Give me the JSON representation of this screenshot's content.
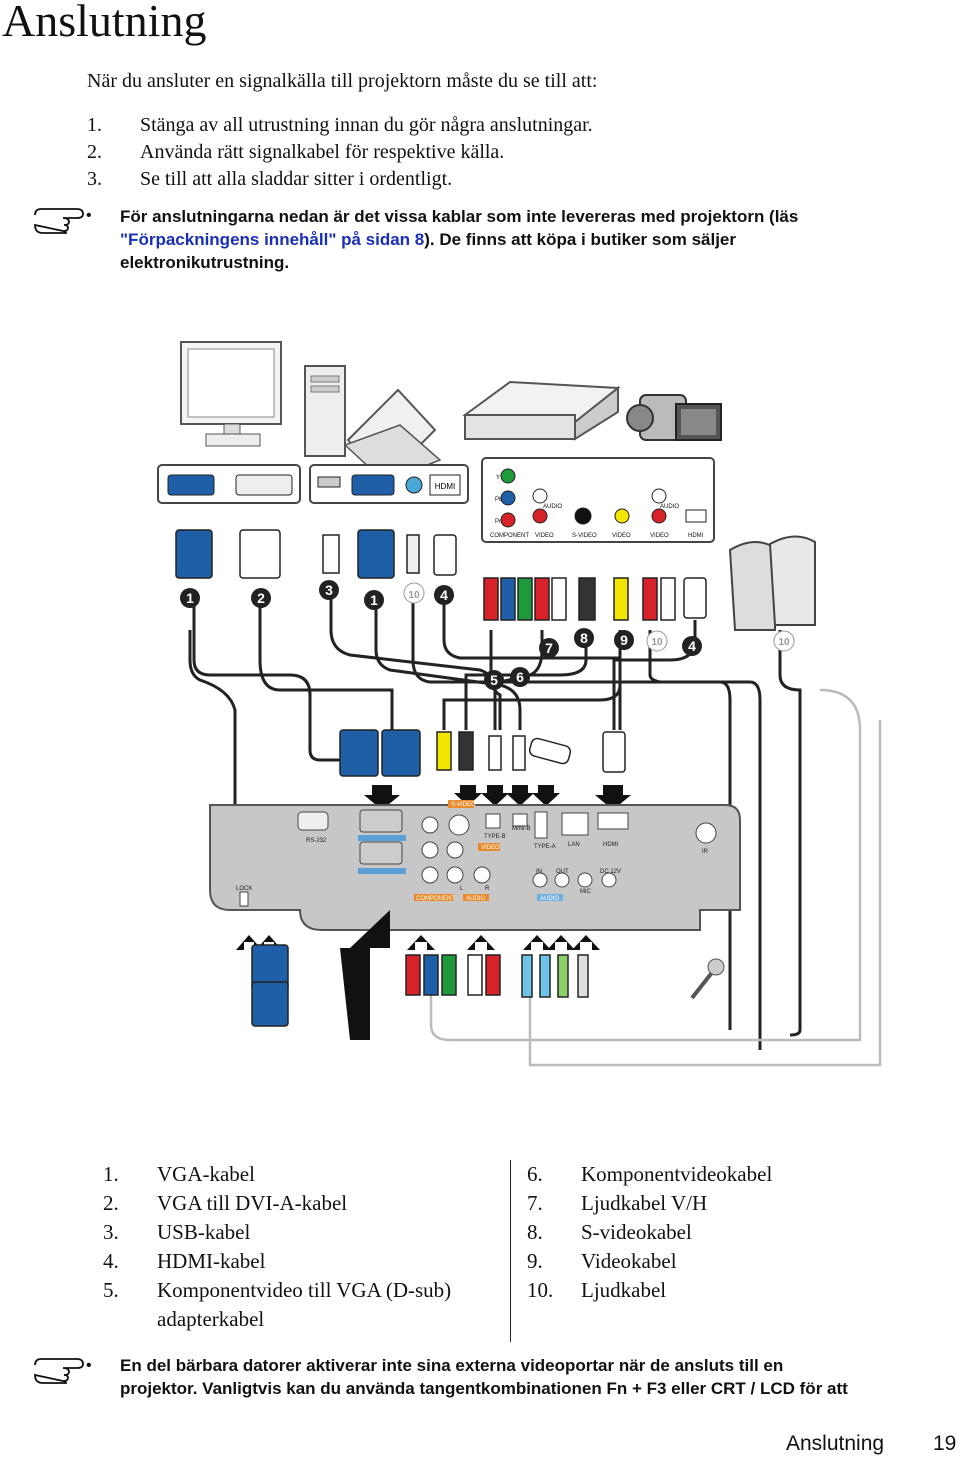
{
  "title": "Anslutning",
  "intro": "När du ansluter en signalkälla till projektorn måste du se till att:",
  "steps": [
    {
      "num": "1.",
      "text": "Stänga av all utrustning innan du gör några anslutningar."
    },
    {
      "num": "2.",
      "text": "Använda rätt signalkabel för respektive källa."
    },
    {
      "num": "3.",
      "text": "Se till att alla sladdar sitter i ordentligt."
    }
  ],
  "note1": {
    "bullet": "•",
    "line1": "För anslutningarna nedan är det vissa kablar som inte levereras med projektorn (läs",
    "link": "\"Förpackningens innehåll\" på sidan 8",
    "line2_rest": "). De finns att köpa i butiker som säljer",
    "line3": "elektronikutrustning."
  },
  "diagram": {
    "callouts": [
      "1",
      "2",
      "3",
      "1",
      "10",
      "4",
      "7",
      "8",
      "9",
      "10",
      "4",
      "10",
      "5",
      "6"
    ],
    "source_ports": [
      "HDMI"
    ],
    "av_ports": [
      "Y",
      "Pb",
      "Pr",
      "AUDIO",
      "AUDIO",
      "COMPONENT",
      "VIDEO",
      "S-VIDEO",
      "VIDEO",
      "VIDEO",
      "HDMI"
    ],
    "projector_labels": [
      "RS-232",
      "LOCK",
      "S-VIDEO",
      "TYPE-B",
      "MINI-B",
      "TYPE-A",
      "LAN",
      "HDMI",
      "IR",
      "VIDEO",
      "COMPONENT",
      "AUDIO",
      "L",
      "R",
      "IN",
      "OUT",
      "MIC",
      "DC 12V",
      "AUDIO"
    ]
  },
  "cables_left": [
    {
      "num": "1.",
      "text": "VGA-kabel"
    },
    {
      "num": "2.",
      "text": "VGA till DVI-A-kabel"
    },
    {
      "num": "3.",
      "text": "USB-kabel"
    },
    {
      "num": "4.",
      "text": "HDMI-kabel"
    },
    {
      "num": "5.",
      "text": "Komponentvideo till VGA (D-sub)"
    },
    {
      "num": "",
      "text": "adapterkabel"
    }
  ],
  "cables_right": [
    {
      "num": "6.",
      "text": "Komponentvideokabel"
    },
    {
      "num": "7.",
      "text": "Ljudkabel V/H"
    },
    {
      "num": "8.",
      "text": "S-videokabel"
    },
    {
      "num": "9.",
      "text": "Videokabel"
    },
    {
      "num": "10.",
      "text": "Ljudkabel"
    }
  ],
  "note2": {
    "bullet": "•",
    "line1": "En del bärbara datorer aktiverar inte sina externa videoportar när de ansluts till en",
    "line2": "projektor. Vanligtvis kan du använda tangentkombinationen Fn + F3 eller CRT / LCD för att"
  },
  "footer": {
    "section": "Anslutning",
    "page": "19"
  },
  "colors": {
    "link": "#1a2fb8",
    "vga_blue": "#1f5fa8",
    "red": "#d8222a",
    "green": "#1f9a3a",
    "yellow": "#f2e600"
  }
}
